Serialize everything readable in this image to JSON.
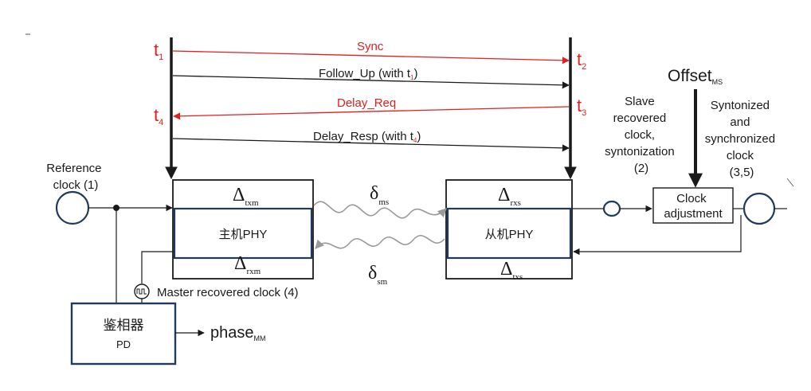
{
  "messages": {
    "sync": "Sync",
    "follow_up": "Follow_Up (with t",
    "follow_up_sub": "1",
    "follow_up_close": ")",
    "delay_req": "Delay_Req",
    "delay_resp": "Delay_Resp (with t",
    "delay_resp_sub": "4",
    "delay_resp_close": ")"
  },
  "timestamps": {
    "t1": "t",
    "t1_sub": "1",
    "t2": "t",
    "t2_sub": "2",
    "t3": "t",
    "t3_sub": "3",
    "t4": "t",
    "t4_sub": "4"
  },
  "offset": {
    "label": "Offset",
    "sub": "MS"
  },
  "labels": {
    "reference_clock": [
      "Reference",
      "clock (1)"
    ],
    "slave_recovered": [
      "Slave",
      "recovered",
      "clock,",
      "syntonization",
      "(2)"
    ],
    "syntonized": [
      "Syntonized",
      "and",
      "synchronized",
      "clock",
      "(3,5)"
    ],
    "master_recovered_clock": "Master recovered clock (4)",
    "clock_adjustment": [
      "Clock",
      "adjustment"
    ],
    "phase": "phase",
    "phase_sub": "MM"
  },
  "master": {
    "phy": "主机PHY",
    "delta_txm": "Δ",
    "delta_txm_sub": "txm",
    "delta_rxm": "Δ",
    "delta_rxm_sub": "rxm"
  },
  "slave": {
    "phy": "从机PHY",
    "delta_rxs": "Δ",
    "delta_rxs_sub": "rxs",
    "delta_txs": "Δ",
    "delta_txs_sub": "txs"
  },
  "links": {
    "delta_ms": "δ",
    "delta_ms_sub": "ms",
    "delta_sm": "δ",
    "delta_sm_sub": "sm"
  },
  "pd": {
    "title": "鉴相器",
    "sub": "PD"
  },
  "colors": {
    "red": "#e02020",
    "black": "#1a1a1a",
    "navy": "#1f3a5c",
    "gray": "#9a9a9a"
  }
}
